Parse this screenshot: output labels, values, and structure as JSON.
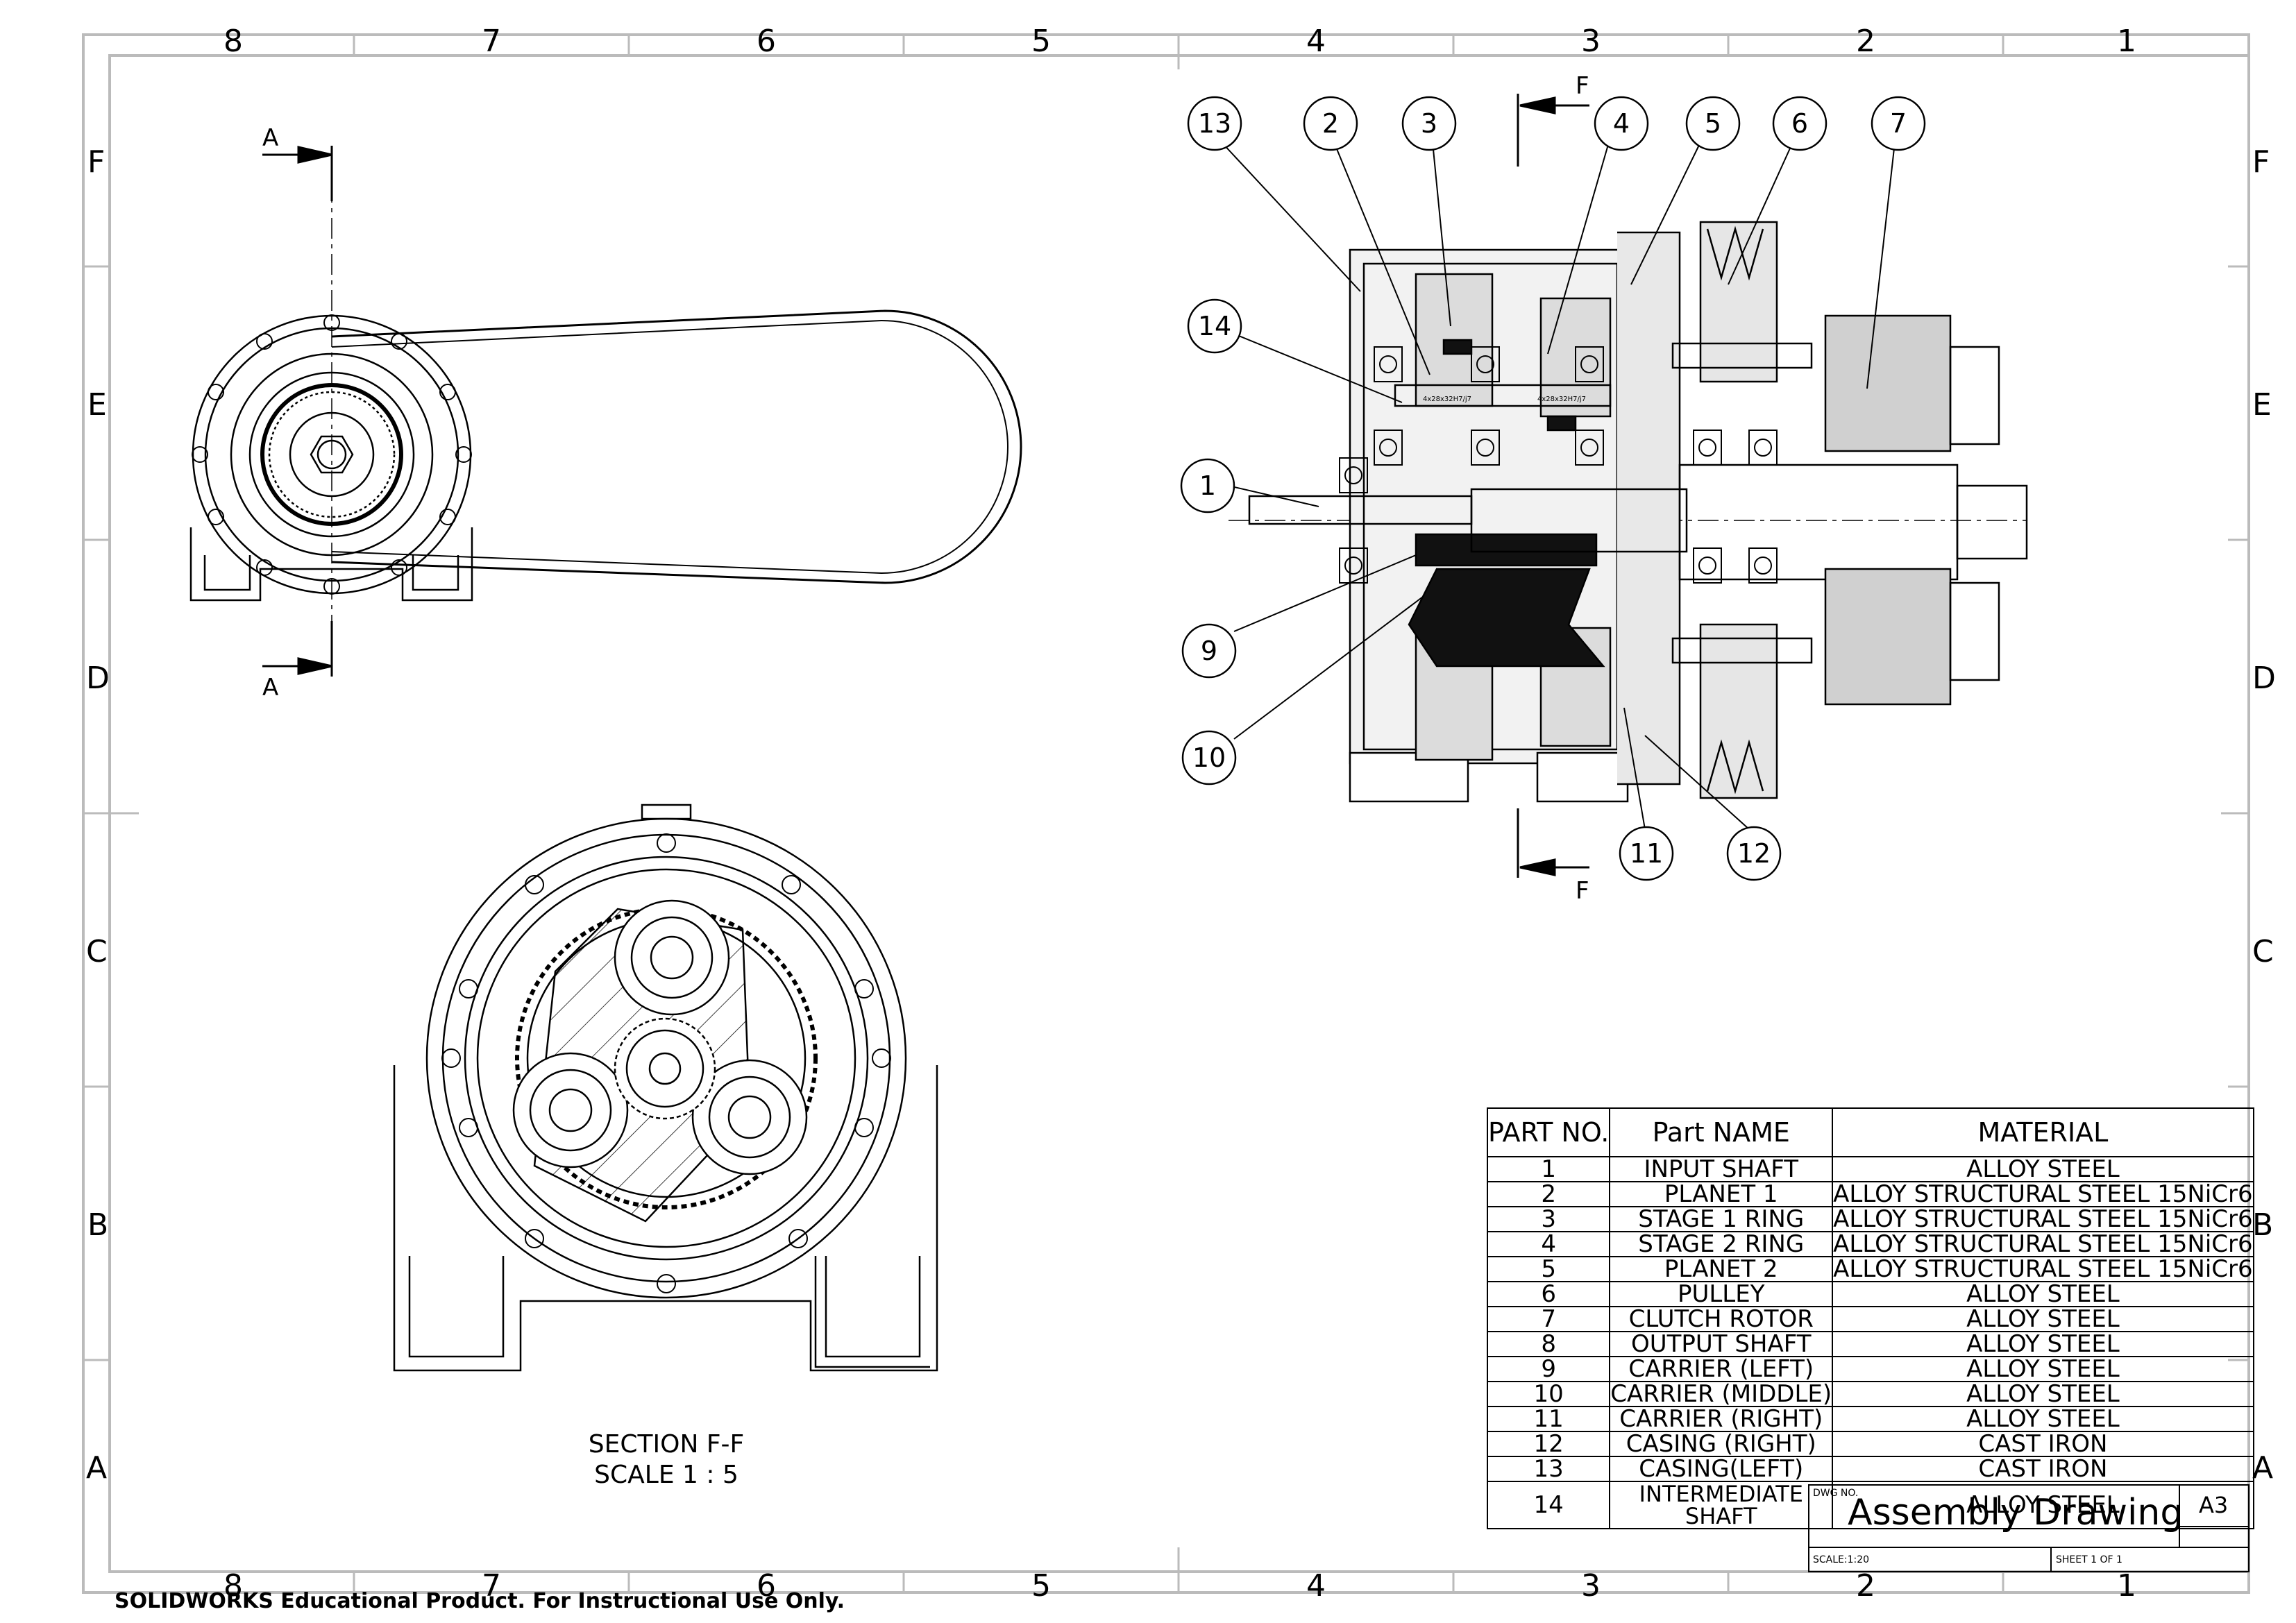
{
  "zones": {
    "columns": [
      "8",
      "7",
      "6",
      "5",
      "4",
      "3",
      "2",
      "1"
    ],
    "rows": [
      "F",
      "E",
      "D",
      "C",
      "B",
      "A"
    ]
  },
  "section_marks": {
    "a_top": "A",
    "a_bottom": "A",
    "f_top": "F",
    "f_bottom": "F"
  },
  "balloons": {
    "b13": "13",
    "b2": "2",
    "b3": "3",
    "b4": "4",
    "b5": "5",
    "b6": "6",
    "b7": "7",
    "b14": "14",
    "b1": "1",
    "b9": "9",
    "b10": "10",
    "b11": "11",
    "b12": "12"
  },
  "dim_notes": {
    "fit_left": "4x28x32H7/j7",
    "fit_right": "4x28x32H7/j7"
  },
  "section_view": {
    "line1": "SECTION F-F",
    "line2": "SCALE 1 : 5"
  },
  "bom": {
    "headers": [
      "PART NO.",
      "Part NAME",
      "MATERIAL"
    ],
    "rows": [
      [
        "1",
        "INPUT SHAFT",
        "ALLOY STEEL"
      ],
      [
        "2",
        "PLANET 1",
        "ALLOY STRUCTURAL STEEL 15NiCr6"
      ],
      [
        "3",
        "STAGE 1 RING",
        "ALLOY STRUCTURAL STEEL 15NiCr6"
      ],
      [
        "4",
        "STAGE 2 RING",
        "ALLOY STRUCTURAL STEEL 15NiCr6"
      ],
      [
        "5",
        "PLANET 2",
        "ALLOY STRUCTURAL STEEL 15NiCr6"
      ],
      [
        "6",
        "PULLEY",
        "ALLOY STEEL"
      ],
      [
        "7",
        "CLUTCH ROTOR",
        "ALLOY STEEL"
      ],
      [
        "8",
        "OUTPUT SHAFT",
        "ALLOY STEEL"
      ],
      [
        "9",
        "CARRIER (LEFT)",
        "ALLOY STEEL"
      ],
      [
        "10",
        "CARRIER (MIDDLE)",
        "ALLOY STEEL"
      ],
      [
        "11",
        "CARRIER (RIGHT)",
        "ALLOY STEEL"
      ],
      [
        "12",
        "CASING (RIGHT)",
        "CAST IRON"
      ],
      [
        "13",
        "CASING(LEFT)",
        "CAST IRON"
      ],
      [
        "14",
        "INTERMEDIATE SHAFT",
        "ALLOY STEEL"
      ]
    ]
  },
  "title_block": {
    "dwg_no_label": "DWG NO.",
    "title": "Assembly Drawing",
    "size": "A3",
    "scale": "SCALE:1:20",
    "sheet": "SHEET 1 OF 1"
  },
  "watermark": "SOLIDWORKS Educational Product. For Instructional Use Only."
}
